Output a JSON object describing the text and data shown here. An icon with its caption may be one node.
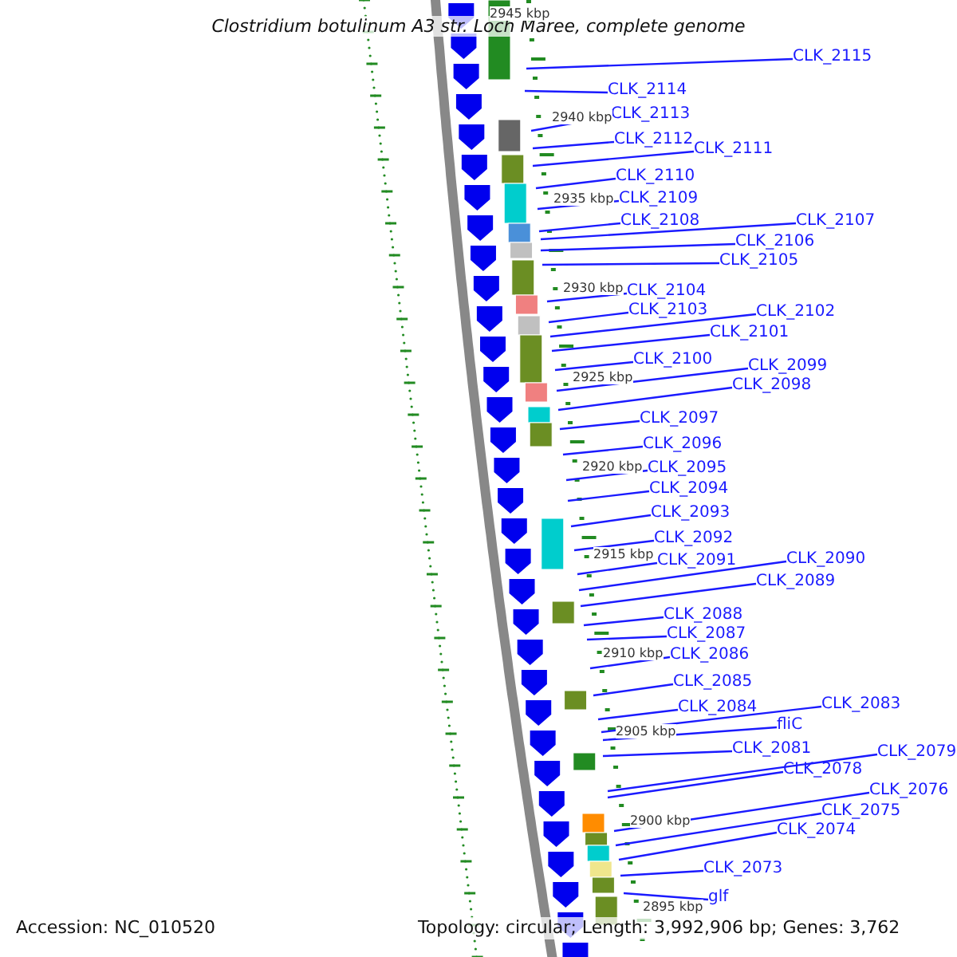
{
  "diagram": {
    "title": "Clostridium botulinum A3 str. Loch Maree, complete genome",
    "nodes": [
      {
        "text": [
          "CLK_2115"
        ]
      },
      {
        "text": [
          "CLK_2114"
        ]
      },
      {
        "text": [
          "CLK_2113"
        ]
      },
      {
        "text": [
          "CLK_2112"
        ]
      },
      {
        "text": [
          "CLK_2111"
        ]
      },
      {
        "text": [
          "CLK_2110"
        ]
      },
      {
        "text": [
          "CLK_2109"
        ]
      },
      {
        "text": [
          "CLK_2108"
        ]
      },
      {
        "text": [
          "CLK_2107"
        ]
      },
      {
        "text": [
          "CLK_2106"
        ]
      },
      {
        "text": [
          "CLK_2105"
        ]
      },
      {
        "text": [
          "CLK_2104"
        ]
      },
      {
        "text": [
          "CLK_2103"
        ]
      },
      {
        "text": [
          "CLK_2102"
        ]
      },
      {
        "text": [
          "CLK_2101"
        ]
      },
      {
        "text": [
          "CLK_2100"
        ]
      },
      {
        "text": [
          "CLK_2099"
        ]
      },
      {
        "text": [
          "CLK_2098"
        ]
      },
      {
        "text": [
          "CLK_2097"
        ]
      },
      {
        "text": [
          "CLK_2096"
        ]
      },
      {
        "text": [
          "CLK_2095"
        ]
      },
      {
        "text": [
          "CLK_2094"
        ]
      },
      {
        "text": [
          "CLK_2093"
        ]
      },
      {
        "text": [
          "CLK_2092"
        ]
      },
      {
        "text": [
          "CLK_2091"
        ]
      },
      {
        "text": [
          "CLK_2090"
        ]
      },
      {
        "text": [
          "CLK_2089"
        ]
      },
      {
        "text": [
          "CLK_2088"
        ]
      },
      {
        "text": [
          "CLK_2087"
        ]
      },
      {
        "text": [
          "CLK_2086"
        ]
      },
      {
        "text": [
          "CLK_2085"
        ]
      },
      {
        "text": [
          "CLK_2084"
        ]
      },
      {
        "text": [
          "CLK_2083"
        ]
      },
      {
        "text": [
          "fliC"
        ]
      },
      {
        "text": [
          "CLK_2081"
        ]
      },
      {
        "text": [
          "CLK_2079"
        ]
      },
      {
        "text": [
          "CLK_2078"
        ]
      },
      {
        "text": [
          "CLK_2076"
        ]
      },
      {
        "text": [
          "CLK_2075"
        ]
      },
      {
        "text": [
          "CLK_2074"
        ]
      },
      {
        "text": [
          "CLK_2073"
        ]
      },
      {
        "text": [
          "glf"
        ]
      }
    ],
    "edges": [
      {
        "from": 0,
        "to": null,
        "arrow": "none"
      },
      {
        "from": 1,
        "to": null,
        "arrow": "none"
      },
      {
        "from": 2,
        "to": null,
        "arrow": "none"
      },
      {
        "from": 3,
        "to": null,
        "arrow": "none"
      },
      {
        "from": 4,
        "to": null,
        "arrow": "none"
      },
      {
        "from": 5,
        "to": null,
        "arrow": "none"
      },
      {
        "from": 6,
        "to": null,
        "arrow": "none"
      },
      {
        "from": 7,
        "to": null,
        "arrow": "none"
      },
      {
        "from": 8,
        "to": null,
        "arrow": "none"
      },
      {
        "from": 9,
        "to": null,
        "arrow": "none"
      },
      {
        "from": 10,
        "to": null,
        "arrow": "none"
      },
      {
        "from": 11,
        "to": null,
        "arrow": "none"
      },
      {
        "from": 12,
        "to": null,
        "arrow": "none"
      },
      {
        "from": 13,
        "to": null,
        "arrow": "none"
      },
      {
        "from": 14,
        "to": null,
        "arrow": "none"
      },
      {
        "from": 15,
        "to": null,
        "arrow": "none"
      },
      {
        "from": 16,
        "to": null,
        "arrow": "none"
      },
      {
        "from": 17,
        "to": null,
        "arrow": "none"
      },
      {
        "from": 18,
        "to": null,
        "arrow": "none"
      },
      {
        "from": 19,
        "to": null,
        "arrow": "none"
      },
      {
        "from": 20,
        "to": null,
        "arrow": "none"
      },
      {
        "from": 21,
        "to": null,
        "arrow": "none"
      },
      {
        "from": 22,
        "to": null,
        "arrow": "none"
      },
      {
        "from": 23,
        "to": null,
        "arrow": "none"
      },
      {
        "from": 24,
        "to": null,
        "arrow": "none"
      },
      {
        "from": 25,
        "to": null,
        "arrow": "none"
      },
      {
        "from": 26,
        "to": null,
        "arrow": "none"
      },
      {
        "from": 27,
        "to": null,
        "arrow": "none"
      },
      {
        "from": 28,
        "to": null,
        "arrow": "none"
      },
      {
        "from": 29,
        "to": null,
        "arrow": "none"
      },
      {
        "from": 30,
        "to": null,
        "arrow": "none"
      },
      {
        "from": 31,
        "to": null,
        "arrow": "none"
      },
      {
        "from": 32,
        "to": null,
        "arrow": "none"
      },
      {
        "from": 33,
        "to": null,
        "arrow": "none"
      },
      {
        "from": 34,
        "to": null,
        "arrow": "none"
      },
      {
        "from": 35,
        "to": null,
        "arrow": "none"
      },
      {
        "from": 36,
        "to": null,
        "arrow": "none"
      },
      {
        "from": 37,
        "to": null,
        "arrow": "none"
      },
      {
        "from": 38,
        "to": null,
        "arrow": "none"
      },
      {
        "from": 39,
        "to": null,
        "arrow": "none"
      },
      {
        "from": 40,
        "to": null,
        "arrow": "none"
      },
      {
        "from": 41,
        "to": null,
        "arrow": "none"
      }
    ],
    "labels": [
      "2945 kbp",
      "2940 kbp",
      "2935 kbp",
      "2930 kbp",
      "2925 kbp",
      "2920 kbp",
      "2915 kbp",
      "2910 kbp",
      "2905 kbp",
      "2900 kbp",
      "2895 kbp",
      "Accession: NC_010520",
      "Topology: circular; Length: 3,992,906 bp; Genes: 3,762"
    ]
  }
}
